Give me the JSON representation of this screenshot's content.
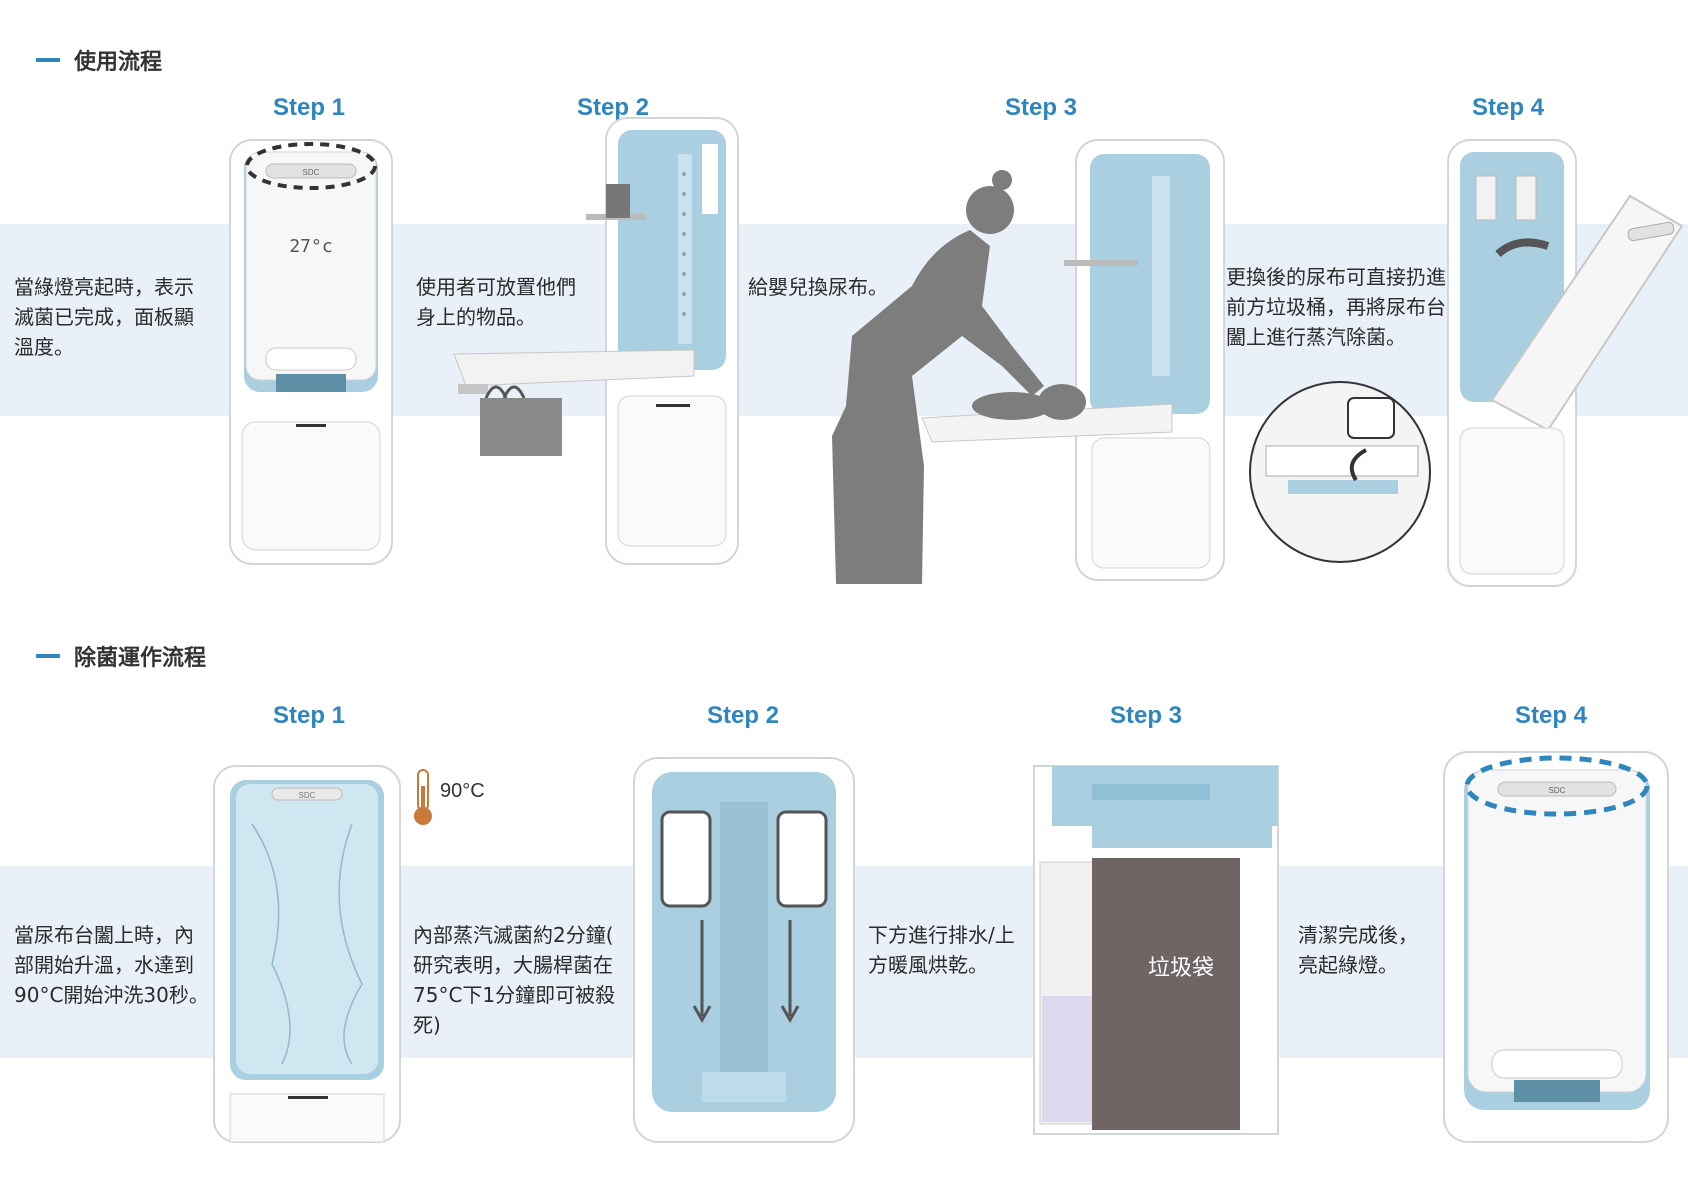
{
  "usage": {
    "title": "使用流程",
    "steps": [
      {
        "label": "Step 1",
        "text": [
          "當綠燈亮起時，表示",
          "滅菌已完成，面板顯",
          "溫度。"
        ]
      },
      {
        "label": "Step 2",
        "text": [
          "使用者可放置他們",
          "身上的物品。"
        ]
      },
      {
        "label": "Step 3",
        "text": [
          "給嬰兒換尿布。"
        ]
      },
      {
        "label": "Step 4",
        "text": [
          "更換後的尿布可直接扔進",
          "前方垃圾桶，再將尿布台",
          "闔上進行蒸汽除菌。"
        ]
      }
    ],
    "display_temp": "27°c",
    "brand": "SDC"
  },
  "sterilization": {
    "title": "除菌運作流程",
    "steps": [
      {
        "label": "Step 1",
        "text": [
          "當尿布台闔上時，內",
          "部開始升溫，水達到",
          "90°C開始沖洗30秒。"
        ]
      },
      {
        "label": "Step 2",
        "text": [
          "內部蒸汽滅菌約2分鐘(",
          "研究表明，大腸桿菌在",
          "75°C下1分鐘即可被殺",
          "死)"
        ]
      },
      {
        "label": "Step 3",
        "text": [
          "下方進行排水/上",
          "方暖風烘乾。"
        ]
      },
      {
        "label": "Step 4",
        "text": [
          "清潔完成後，",
          "亮起綠燈。"
        ]
      }
    ],
    "temperature": "90°C",
    "bag_label": "垃圾袋",
    "brand": "SDC"
  },
  "colors": {
    "accent": "#2f86bf",
    "band": "#e9f0f8",
    "device_blue": "#a9cfe0",
    "silhouette": "#7d7d7d",
    "bag": "#6e6564"
  }
}
